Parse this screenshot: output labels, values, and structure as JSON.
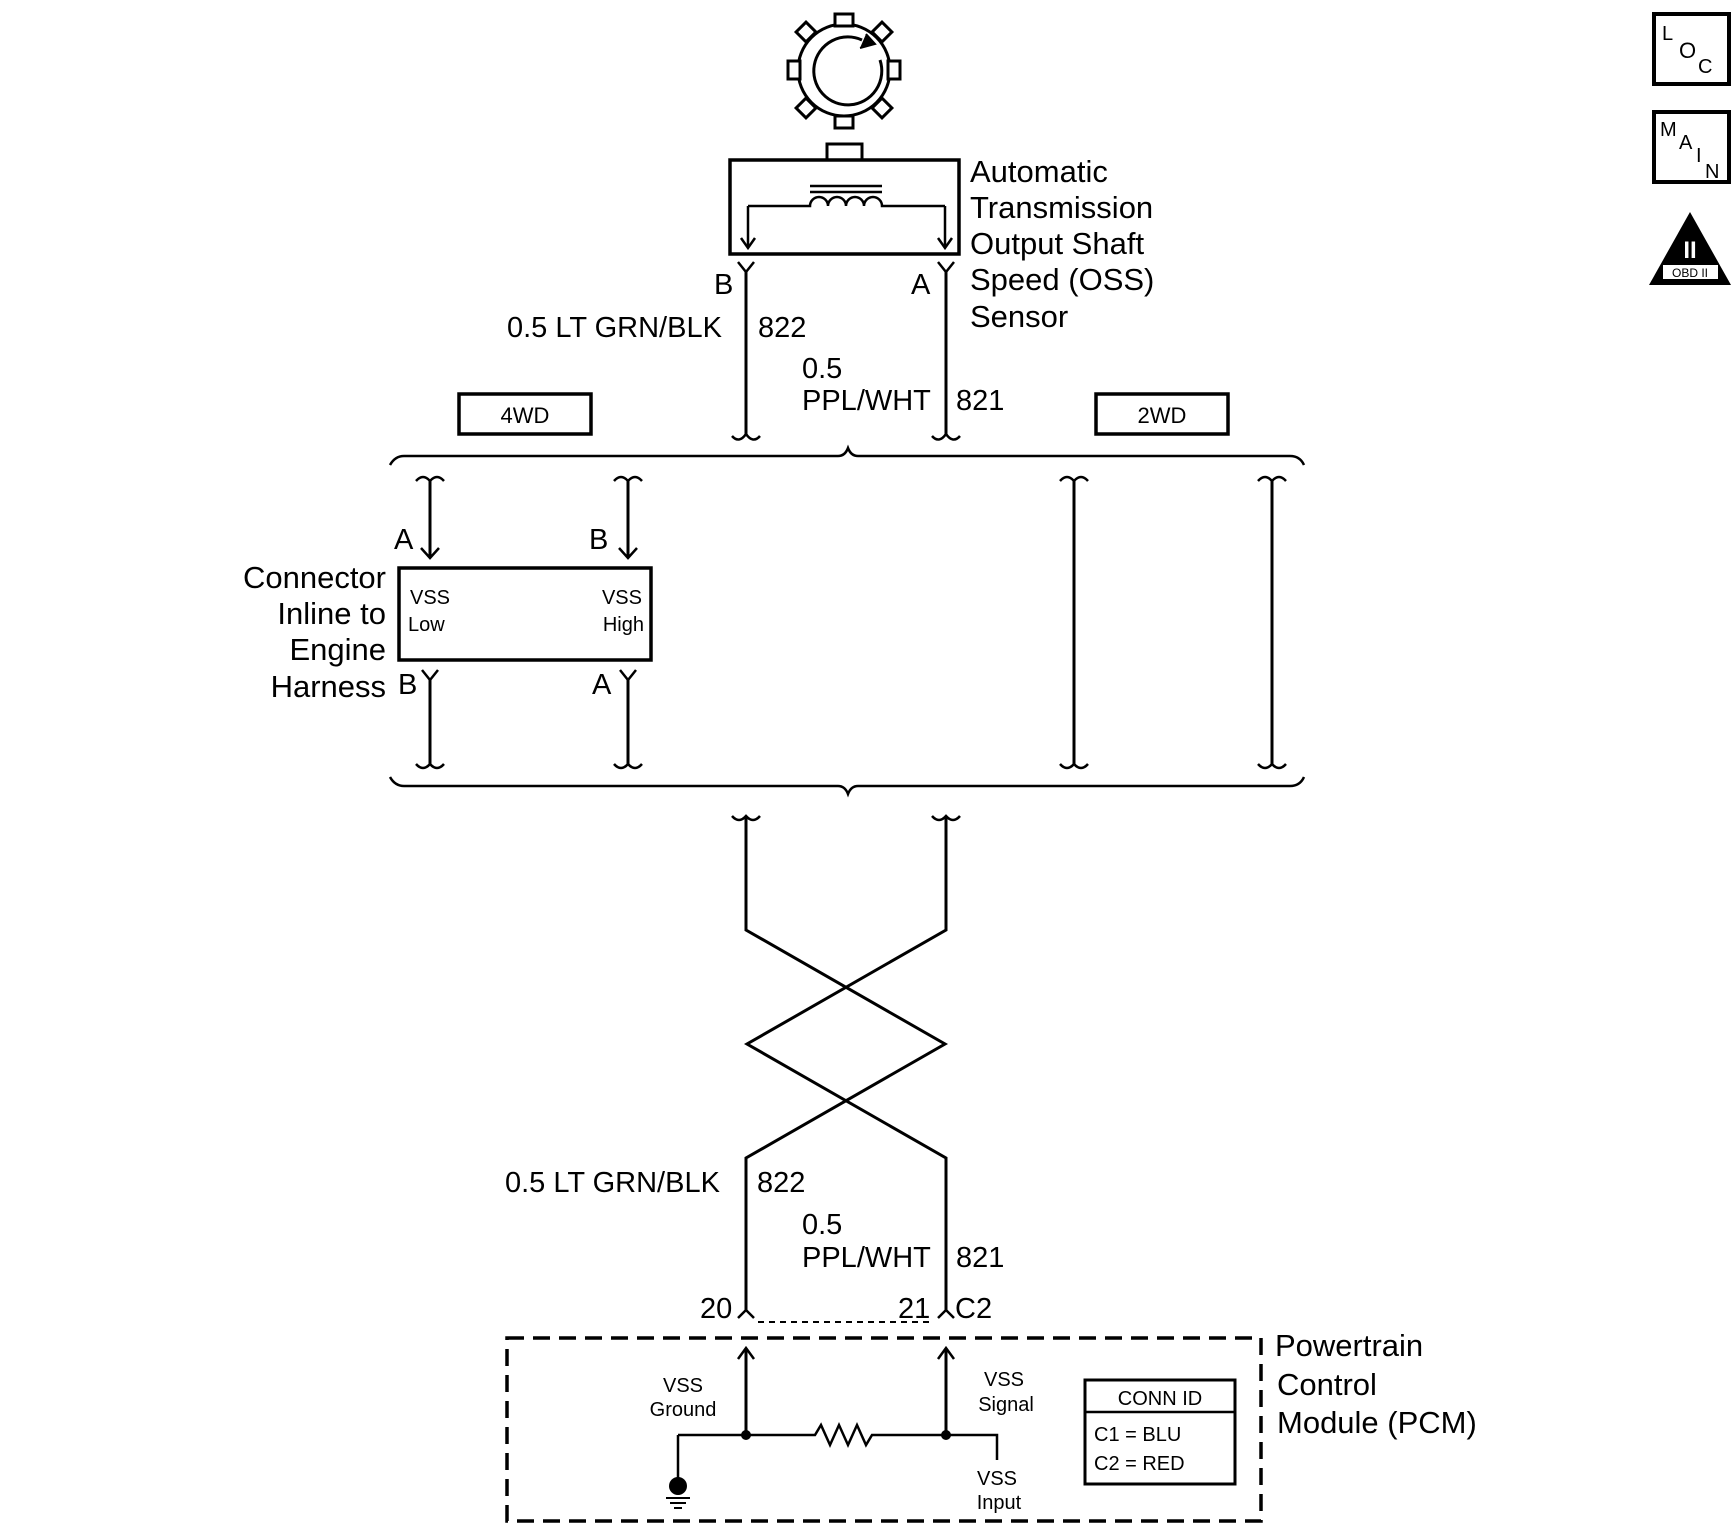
{
  "sensor": {
    "name_lines": [
      "Automatic",
      "Transmission",
      "Output Shaft",
      "Speed (OSS)",
      "Sensor"
    ],
    "pin_b": "B",
    "pin_a": "A"
  },
  "wire_822": {
    "gauge_color": "0.5 LT GRN/BLK",
    "circuit": "822"
  },
  "wire_821": {
    "gauge": "0.5",
    "color": "PPL/WHT",
    "circuit": "821"
  },
  "variants": {
    "left": "4WD",
    "right": "2WD"
  },
  "inline_connector": {
    "name_lines": [
      "Connector",
      "Inline to",
      "Engine",
      "Harness"
    ],
    "top_pin_left": "A",
    "top_pin_right": "B",
    "bottom_pin_left": "B",
    "bottom_pin_right": "A",
    "left_label_1": "VSS",
    "left_label_2": "Low",
    "right_label_1": "VSS",
    "right_label_2": "High"
  },
  "pcm": {
    "name_lines": [
      "Powertrain",
      "Control",
      "Module (PCM)"
    ],
    "pin_left": "20",
    "pin_right": "21",
    "connector": "C2",
    "vss_ground": [
      "VSS",
      "Ground"
    ],
    "vss_signal": [
      "VSS",
      "Signal"
    ],
    "vss_input": [
      "VSS",
      "Input"
    ],
    "conn_id": {
      "title": "CONN ID",
      "rows": [
        "C1 = BLU",
        "C2 = RED"
      ]
    }
  },
  "nav_icons": {
    "loc": [
      "L",
      "O",
      "C"
    ],
    "main": [
      "M",
      "A",
      "I",
      "N"
    ],
    "obd": {
      "numeral": "II",
      "text": "OBD II"
    }
  }
}
